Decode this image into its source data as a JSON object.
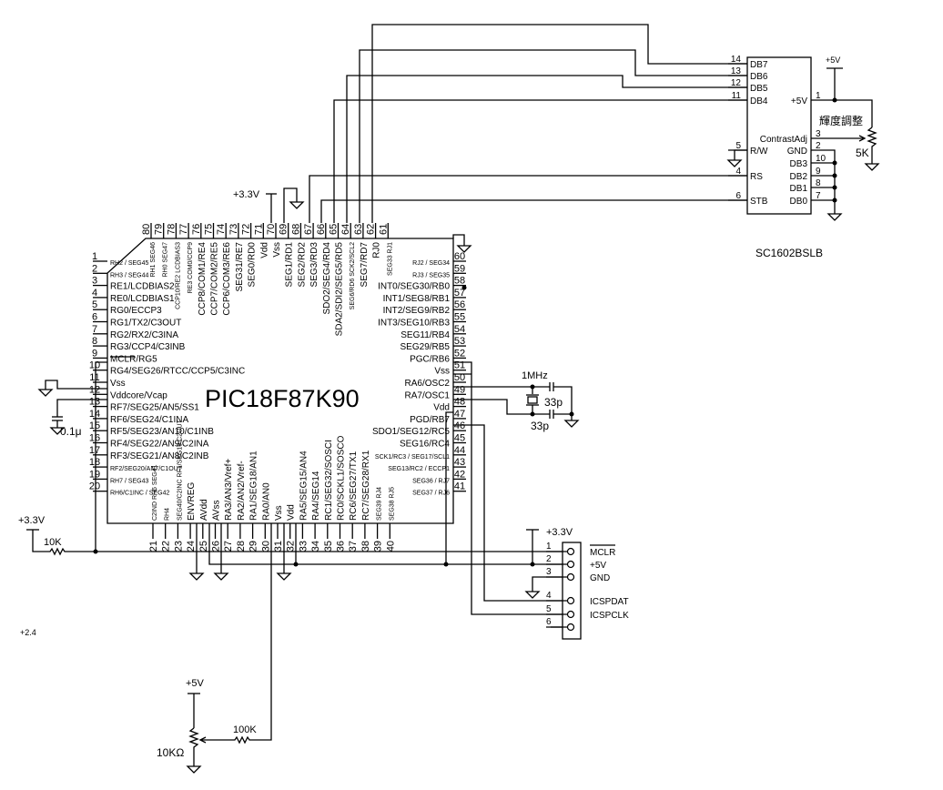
{
  "mcu": {
    "part": "PIC18F87K90",
    "left_pins": [
      {
        "num": "1",
        "label": "RH2 / SEG45",
        "small": true
      },
      {
        "num": "2",
        "label": "RH3 / SEG44",
        "small": true
      },
      {
        "num": "3",
        "label": "RE1/LCDBIAS2"
      },
      {
        "num": "4",
        "label": "RE0/LCDBIAS1"
      },
      {
        "num": "5",
        "label": "RG0/ECCP3"
      },
      {
        "num": "6",
        "label": "RG1/TX2/C3OUT"
      },
      {
        "num": "7",
        "label": "RG2/RX2/C3INA"
      },
      {
        "num": "8",
        "label": "RG3/CCP4/C3INB"
      },
      {
        "num": "9",
        "label": "MCLR/RG5"
      },
      {
        "num": "10",
        "label": "RG4/SEG26/RTCC/CCP5/C3INC"
      },
      {
        "num": "11",
        "label": "Vss"
      },
      {
        "num": "12",
        "label": "Vddcore/Vcap"
      },
      {
        "num": "13",
        "label": "RF7/SEG25/AN5/SS1"
      },
      {
        "num": "14",
        "label": "RF6/SEG24/C1INA"
      },
      {
        "num": "15",
        "label": "RF5/SEG23/AN10/C1INB"
      },
      {
        "num": "16",
        "label": "RF4/SEG22/AN9/C2INA"
      },
      {
        "num": "17",
        "label": "RF3/SEG21/AN8/C2INB"
      },
      {
        "num": "18",
        "label": "RF2/SEG20/AN7/C1OUT",
        "small": true
      },
      {
        "num": "19",
        "label": "RH7 / SEG43",
        "small": true
      },
      {
        "num": "20",
        "label": "RH6/C1INC / SEG42",
        "small": true
      }
    ],
    "right_pins": [
      {
        "num": "60",
        "label": "RJ2 / SEG34",
        "small": true
      },
      {
        "num": "59",
        "label": "RJ3 / SEG35",
        "small": true
      },
      {
        "num": "58",
        "label": "INT0/SEG30/RB0"
      },
      {
        "num": "57",
        "label": "INT1/SEG8/RB1"
      },
      {
        "num": "56",
        "label": "INT2/SEG9/RB2"
      },
      {
        "num": "55",
        "label": "INT3/SEG10/RB3"
      },
      {
        "num": "54",
        "label": "SEG11/RB4"
      },
      {
        "num": "53",
        "label": "SEG29/RB5"
      },
      {
        "num": "52",
        "label": "PGC/RB6"
      },
      {
        "num": "51",
        "label": "Vss"
      },
      {
        "num": "50",
        "label": "RA6/OSC2"
      },
      {
        "num": "49",
        "label": "RA7/OSC1"
      },
      {
        "num": "48",
        "label": "Vdd"
      },
      {
        "num": "47",
        "label": "PGD/RB7"
      },
      {
        "num": "46",
        "label": "SDO1/SEG12/RC5"
      },
      {
        "num": "45",
        "label": "SEG16/RC4"
      },
      {
        "num": "44",
        "label": "SCK1/RC3 / SEG17/SCL1",
        "small": true
      },
      {
        "num": "43",
        "label": "SEG13/RC2 / ECCP1",
        "small": true
      },
      {
        "num": "42",
        "label": "SEG36 / RJ7",
        "small": true
      },
      {
        "num": "41",
        "label": "SEG37 / RJ6",
        "small": true
      }
    ],
    "top_pins": [
      {
        "num": "80",
        "label": "RH1 SEG46",
        "small": true
      },
      {
        "num": "79",
        "label": "RH0 SEG47",
        "small": true
      },
      {
        "num": "78",
        "label": "CCP10/RE2 LCDBIAS3",
        "small": true
      },
      {
        "num": "77",
        "label": "RE3 COM0/CCP9",
        "small": true
      },
      {
        "num": "76",
        "label": "CCP8/COM1/RE4"
      },
      {
        "num": "75",
        "label": "CCP7/COM2/RE5"
      },
      {
        "num": "74",
        "label": "CCP6/COM3/RE6"
      },
      {
        "num": "73",
        "label": "SEG31/RE7"
      },
      {
        "num": "72",
        "label": "SEG0/RD0"
      },
      {
        "num": "71",
        "label": "Vdd"
      },
      {
        "num": "70",
        "label": "Vss"
      },
      {
        "num": "69",
        "label": "SEG1/RD1"
      },
      {
        "num": "68",
        "label": "SEG2/RD2"
      },
      {
        "num": "67",
        "label": "SEG3/RD3"
      },
      {
        "num": "66",
        "label": "SDO2/SEG4/RD4"
      },
      {
        "num": "65",
        "label": "SDA2/SDI2/SEG5/RD5"
      },
      {
        "num": "64",
        "label": "SEG6/RD6 SCK2/SCL2",
        "small": true
      },
      {
        "num": "63",
        "label": "SEG7/RD7"
      },
      {
        "num": "62",
        "label": "RJ0"
      },
      {
        "num": "61",
        "label": "SEG33 RJ1",
        "small": true
      }
    ],
    "bottom_pins": [
      {
        "num": "21",
        "label": "C2IND RH5 SEG41",
        "small": true
      },
      {
        "num": "22",
        "label": "RH4",
        "small": true
      },
      {
        "num": "23",
        "label": "SEG40/C2INC RF1/SEG19 C2OUT",
        "small": true
      },
      {
        "num": "24",
        "label": "ENVREG"
      },
      {
        "num": "25",
        "label": "AVdd"
      },
      {
        "num": "26",
        "label": "AVss"
      },
      {
        "num": "27",
        "label": "RA3/AN3/Vref+"
      },
      {
        "num": "28",
        "label": "RA2/AN2/Vref-"
      },
      {
        "num": "29",
        "label": "RA1/SEG18/AN1"
      },
      {
        "num": "30",
        "label": "RA0/AN0"
      },
      {
        "num": "31",
        "label": "Vss"
      },
      {
        "num": "32",
        "label": "Vdd"
      },
      {
        "num": "33",
        "label": "RA5/SEG15/AN4"
      },
      {
        "num": "34",
        "label": "RA4/SEG14"
      },
      {
        "num": "35",
        "label": "RC1/SEG32/SOSCI"
      },
      {
        "num": "36",
        "label": "RC0/SCKL1/SOSCO"
      },
      {
        "num": "37",
        "label": "RC6/SEG27/TX1"
      },
      {
        "num": "38",
        "label": "RC7/SEG28/RX1"
      },
      {
        "num": "39",
        "label": "SEG39 RJ4",
        "small": true
      },
      {
        "num": "40",
        "label": "SEG38 RJ5",
        "small": true
      }
    ]
  },
  "lcd": {
    "part": "SC1602BSLB",
    "left_pins": [
      {
        "num": "14",
        "label": "DB7"
      },
      {
        "num": "13",
        "label": "DB6"
      },
      {
        "num": "12",
        "label": "DB5"
      },
      {
        "num": "11",
        "label": "DB4"
      },
      {
        "num": "5",
        "label": "R/W"
      },
      {
        "num": "4",
        "label": "RS"
      },
      {
        "num": "6",
        "label": "STB"
      }
    ],
    "right_pins": [
      {
        "num": "1",
        "label": "+5V"
      },
      {
        "num": "3",
        "label": "ContrastAdj"
      },
      {
        "num": "2",
        "label": "GND"
      },
      {
        "num": "10",
        "label": "DB3"
      },
      {
        "num": "9",
        "label": "DB2"
      },
      {
        "num": "8",
        "label": "DB1"
      },
      {
        "num": "7",
        "label": "DB0"
      }
    ],
    "supply_label": "+5V",
    "contrast_pot_label": "輝度調整",
    "contrast_pot_value": "5K"
  },
  "icsp": {
    "supply_label": "+3.3V",
    "pins": [
      {
        "num": "1",
        "label": "MCLR"
      },
      {
        "num": "2",
        "label": "+5V"
      },
      {
        "num": "3",
        "label": "GND"
      },
      {
        "num": "4",
        "label": "ICSPDAT"
      },
      {
        "num": "5",
        "label": "ICSPCLK"
      },
      {
        "num": "6",
        "label": ""
      }
    ]
  },
  "crystal": {
    "freq_label": "1MHz",
    "cap1_label": "33p",
    "cap2_label": "33p"
  },
  "misc": {
    "top_supply_label": "+3.3V",
    "mclr_supply_label": "+3.3V",
    "mclr_resistor_label": "10K",
    "vcap_label": "0.1μ",
    "note_label": "+2.4",
    "pot_supply_label": "+5V",
    "pot_value_label": "10KΩ",
    "pot_resistor_label": "100K"
  }
}
